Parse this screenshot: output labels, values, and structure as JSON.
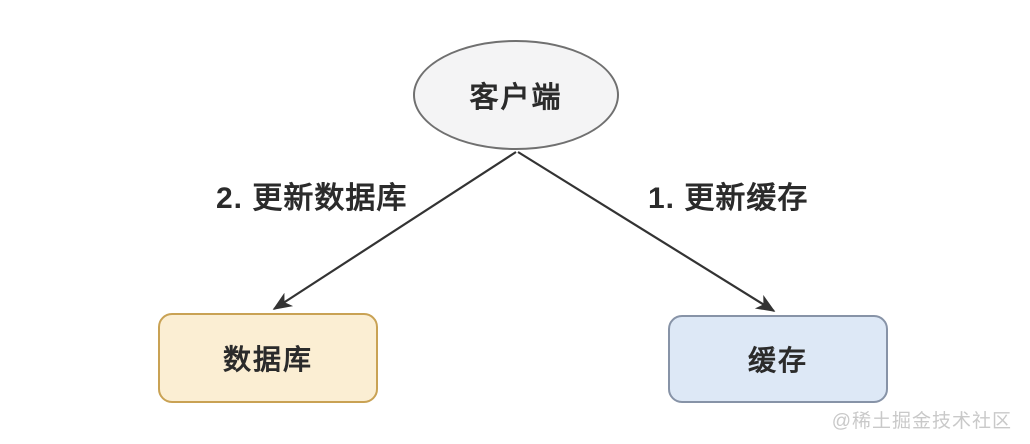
{
  "diagram": {
    "nodes": {
      "client": {
        "label": "客户端"
      },
      "database": {
        "label": "数据库"
      },
      "cache": {
        "label": "缓存"
      }
    },
    "edges": {
      "to_database": {
        "label": "2. 更新数据库"
      },
      "to_cache": {
        "label": "1. 更新缓存"
      }
    },
    "watermark": "@稀土掘金技术社区",
    "colors": {
      "canvas_bg": "#ffffff",
      "client_fill": "#f4f4f5",
      "client_border": "#707070",
      "database_fill": "#fbeed3",
      "database_border": "#c9a254",
      "cache_fill": "#dde8f6",
      "cache_border": "#8793a7",
      "arrow": "#333333",
      "text": "#2b2b2b",
      "watermark": "#c9c9c9"
    }
  }
}
